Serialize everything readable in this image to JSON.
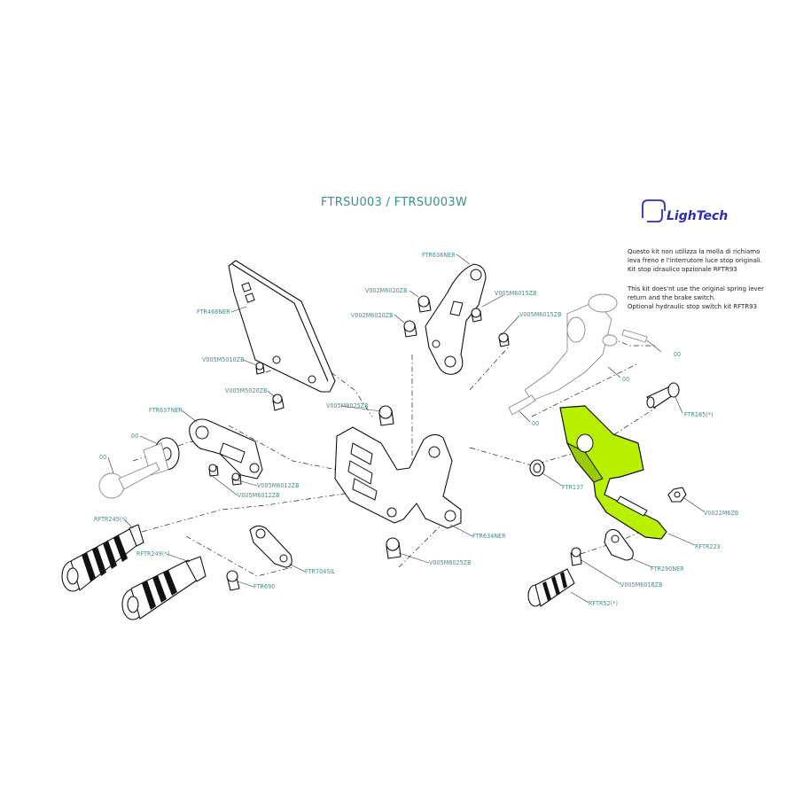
{
  "title": "FTRSU003 / FTRSU003W",
  "brand": {
    "name": "LighTech",
    "color": "#2d2fb0"
  },
  "notes": {
    "it": [
      "Questo kit non utilizza la molla di richiamo",
      "leva freno e l'interrutore luce stop originali.",
      "Kit stop idraulico opzionale RFTR93"
    ],
    "en": [
      "This kit does'nt use the original spring lever",
      "return and the brake switch.",
      "Optional hydraulic stop switch kit RFTR93"
    ]
  },
  "colors": {
    "label": "#3a8f8b",
    "highlight": "#b8f000",
    "line": "#111111"
  },
  "highlighted_part": "RFTR223",
  "labels": {
    "ftr636ner": "FTR636NER",
    "v002m6020zb_a": "V002M6020ZB",
    "v002m6020zb_b": "V002M6020ZB",
    "v005m6015zb_a": "V005M6015ZB",
    "v005m6015zb_b": "V005M6015ZB",
    "ftr468ner": "FTR468NER",
    "v005m5010zb": "V005M5010ZB",
    "v005m5020zb": "V005M5020ZB",
    "v005m8025zb_top": "V005M8025ZB",
    "ftr637ner": "FTR637NER",
    "oo_left": "00",
    "oo_far_left": "00",
    "v005m6012zb_a": "V005M6012ZB",
    "v005m6012zb_b": "V005M6012ZB",
    "ftr634ner": "FTR634NER",
    "v005m8025zb_bottom": "V005M8025ZB",
    "rftr245": "RFTR245(*)",
    "rftr249": "RFTR249(*)",
    "ftr704sil": "FTR704SIL",
    "ftr690": "FTR690",
    "oo_right_a": "00",
    "oo_right_b": "00",
    "oo_right_c": "00",
    "ftr285": "FTR285(*)",
    "ftr137": "FTR137",
    "v0022m6zb": "V0022M6ZB",
    "rftr223": "RFTR223",
    "ftr290ner": "FTR290NER",
    "v005m6016zb": "V005M6016ZB",
    "rftr52": "RFTR52(*)"
  }
}
